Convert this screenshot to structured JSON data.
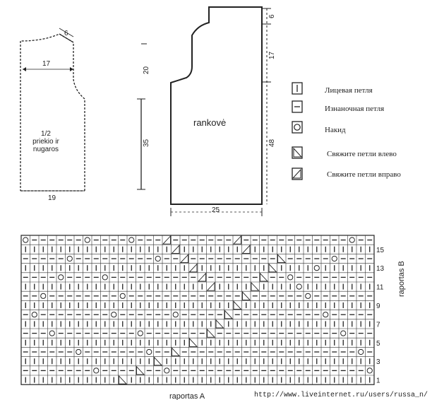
{
  "schema_front": {
    "title_line1": "1/2",
    "title_line2": "priekio ir",
    "title_line3": "nugaros",
    "dim_shoulder": "6",
    "dim_width_top": "17",
    "dim_width_bottom": "19"
  },
  "height_scale": {
    "upper": "20",
    "lower": "35"
  },
  "schema_sleeve": {
    "title": "rankovė",
    "dim_top": "6",
    "dim_middle": "17",
    "dim_height": "48",
    "dim_width": "25"
  },
  "legend": {
    "items": [
      {
        "icon": "knit-stitch-icon",
        "label": "Лицевая петля"
      },
      {
        "icon": "purl-stitch-icon",
        "label": "Изнаночная петля"
      },
      {
        "icon": "yarn-over-icon",
        "label": "Накид"
      },
      {
        "icon": "k2tog-left-icon",
        "label": "Свяжите петли влево"
      },
      {
        "icon": "k2tog-right-icon",
        "label": "Свяжите петли вправо"
      }
    ]
  },
  "chart": {
    "row_numbers": [
      "15",
      "13",
      "11",
      "9",
      "7",
      "5",
      "3",
      "1"
    ],
    "label_bottom": "raportas A",
    "label_right": "raportas B",
    "watermark": "http://www.liveinternet.ru/users/russa_n/"
  }
}
